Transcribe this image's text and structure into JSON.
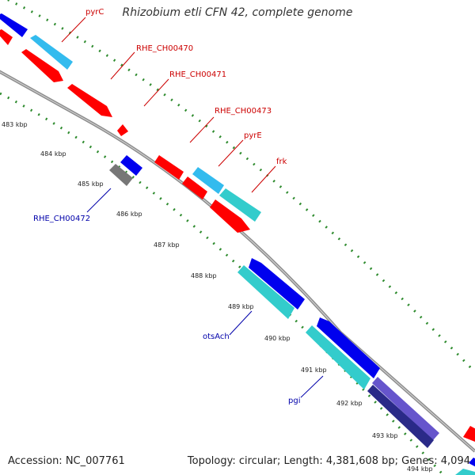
{
  "title": "Rhizobium etli CFN 42, complete genome",
  "footer": {
    "accession": "Accession: NC_007761",
    "topology": "Topology: circular; Length: 4,381,608 bp; Genes: 4,094"
  },
  "colors": {
    "backbone": "#8c8c8c",
    "tick": "#2e8b2e",
    "label_red": "#cc0000",
    "label_blue": "#0000aa",
    "gene_red": "#ff0000",
    "gene_lightblue": "#33bbee",
    "gene_teal": "#33cccc",
    "gene_blue": "#0000ee",
    "gene_gray": "#777777",
    "gene_navy": "#2a2a88",
    "gene_purple": "#6655cc"
  },
  "kbp_labels": [
    "483 kbp",
    "484 kbp",
    "485 kbp",
    "486 kbp",
    "487 kbp",
    "488 kbp",
    "489 kbp",
    "490 kbp",
    "491 kbp",
    "492 kbp",
    "493 kbp",
    "494 kbp"
  ],
  "gene_labels": [
    {
      "name": "pyrC",
      "color": "red"
    },
    {
      "name": "RHE_CH00470",
      "color": "red"
    },
    {
      "name": "RHE_CH00471",
      "color": "red"
    },
    {
      "name": "RHE_CH00473",
      "color": "red"
    },
    {
      "name": "pyrE",
      "color": "red"
    },
    {
      "name": "frk",
      "color": "red"
    },
    {
      "name": "RHE_CH00472",
      "color": "blue"
    },
    {
      "name": "otsAch",
      "color": "blue"
    },
    {
      "name": "pgi",
      "color": "blue"
    }
  ]
}
